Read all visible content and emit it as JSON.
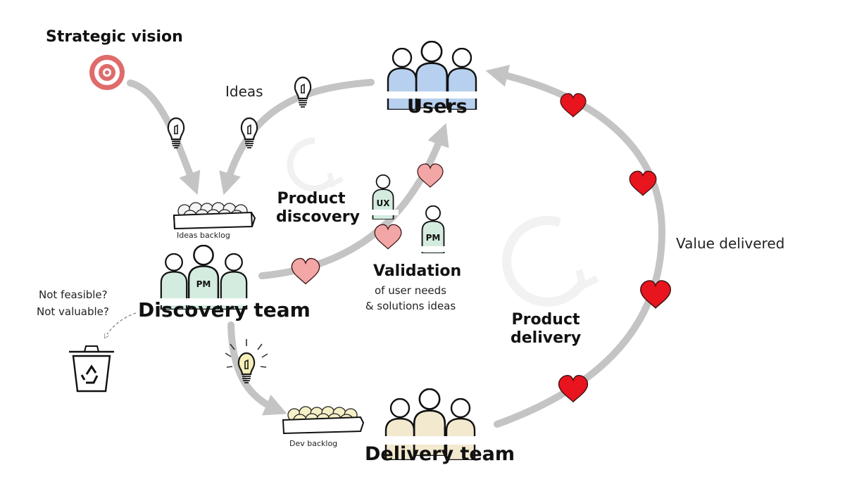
{
  "labels": {
    "strategic_vision": "Strategic vision",
    "ideas": "Ideas",
    "users": "Users",
    "product_discovery_1": "Product",
    "product_discovery_2": "discovery",
    "ideas_backlog": "Ideas backlog",
    "discovery_team": "Discovery team",
    "not_feasible": "Not feasible?",
    "not_valuable": "Not valuable?",
    "validation": "Validation",
    "validation_sub_1": "of user needs",
    "validation_sub_2": "& solutions ideas",
    "value_delivered": "Value delivered",
    "product_delivery_1": "Product",
    "product_delivery_2": "delivery",
    "dev_backlog": "Dev backlog",
    "delivery_team": "Delivery team"
  },
  "person_tags": {
    "ux": "UX",
    "pm_single": "PM",
    "pm_team": "PM"
  },
  "colors": {
    "arrow": "#c4c4c4",
    "target_red": "#e06b6b",
    "heart_red": "#e8141e",
    "heart_pink": "#f2a6a6",
    "users_blue": "#b8d0ef",
    "discovery_green": "#d3ecdf",
    "delivery_beige": "#f3e9cf",
    "bulb_lit": "#f6f0b8"
  },
  "icons": [
    "target-icon",
    "lightbulb-icon",
    "heart-icon",
    "recycle-bin-icon",
    "person-icon",
    "cycle-icon"
  ]
}
